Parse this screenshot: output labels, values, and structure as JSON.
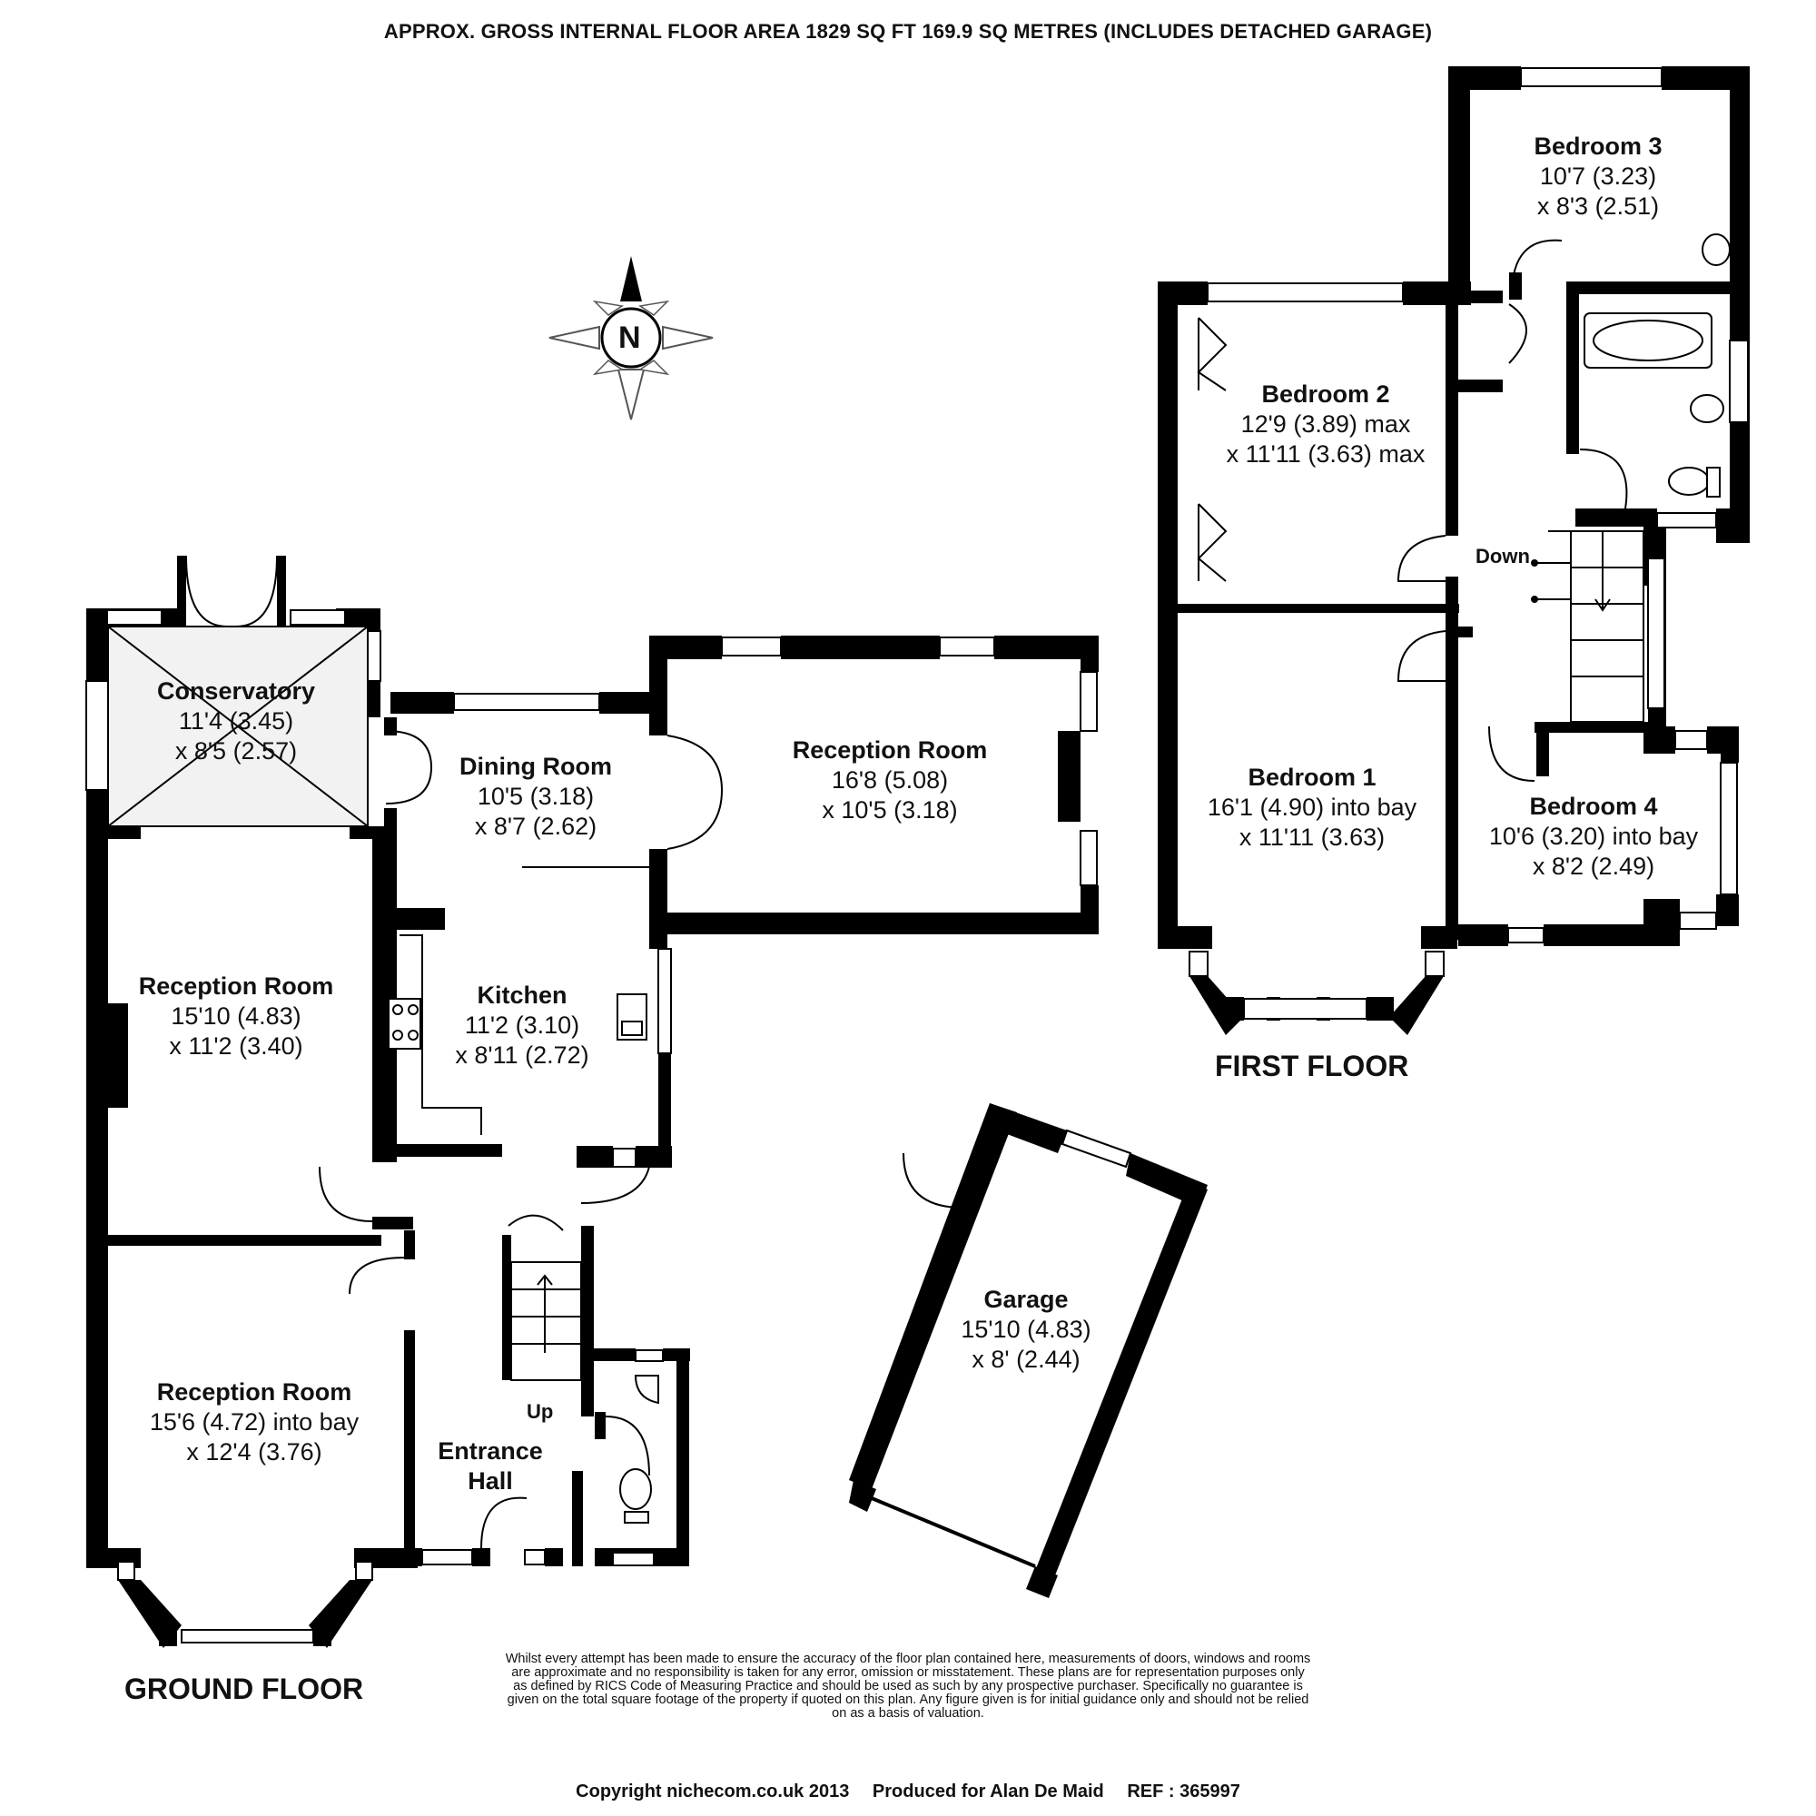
{
  "header": {
    "title": "APPROX. GROSS INTERNAL FLOOR AREA 1829 SQ FT 169.9 SQ METRES (INCLUDES DETACHED GARAGE)"
  },
  "compass": {
    "label": "N"
  },
  "floors": {
    "ground": "GROUND FLOOR",
    "first": "FIRST FLOOR"
  },
  "ground_floor": {
    "conservatory": {
      "name": "Conservatory",
      "dim1": "11'4 (3.45)",
      "dim2": "x 8'5 (2.57)"
    },
    "dining_room": {
      "name": "Dining Room",
      "dim1": "10'5 (3.18)",
      "dim2": "x 8'7 (2.62)"
    },
    "reception_rear": {
      "name": "Reception Room",
      "dim1": "16'8 (5.08)",
      "dim2": "x 10'5 (3.18)"
    },
    "reception_middle": {
      "name": "Reception Room",
      "dim1": "15'10 (4.83)",
      "dim2": "x 11'2 (3.40)"
    },
    "kitchen": {
      "name": "Kitchen",
      "dim1": "11'2 (3.10)",
      "dim2": "x 8'11 (2.72)"
    },
    "reception_front": {
      "name": "Reception Room",
      "dim1": "15'6 (4.72) into bay",
      "dim2": "x 12'4 (3.76)"
    },
    "entrance_hall": {
      "name1": "Entrance",
      "name2": "Hall"
    },
    "stairs_label": "Up"
  },
  "garage": {
    "name": "Garage",
    "dim1": "15'10 (4.83)",
    "dim2": "x 8' (2.44)"
  },
  "first_floor": {
    "bedroom3": {
      "name": "Bedroom 3",
      "dim1": "10'7 (3.23)",
      "dim2": "x 8'3 (2.51)"
    },
    "bedroom2": {
      "name": "Bedroom 2",
      "dim1": "12'9 (3.89) max",
      "dim2": "x 11'11 (3.63) max"
    },
    "bedroom1": {
      "name": "Bedroom 1",
      "dim1": "16'1 (4.90) into bay",
      "dim2": "x 11'11 (3.63)"
    },
    "bedroom4": {
      "name": "Bedroom 4",
      "dim1": "10'6 (3.20) into bay",
      "dim2": "x 8'2 (2.49)"
    },
    "stairs_label": "Down"
  },
  "disclaimer": [
    "Whilst every attempt has been made to ensure the accuracy of the floor plan contained here, measurements of doors, windows and rooms",
    "are approximate and no responsibility is taken for any error, omission or misstatement. These plans are for representation purposes only",
    "as defined by RICS Code of Measuring Practice and should be used as such by any prospective purchaser.  Specifically no guarantee is",
    "given on the total square footage of the property if quoted on this plan. Any figure given is for initial guidance only and should not be relied",
    "on as a basis of valuation."
  ],
  "footer": {
    "copyright": "Copyright nichecom.co.uk 2013",
    "produced": "Produced for Alan De Maid",
    "ref": "REF :  365997"
  }
}
